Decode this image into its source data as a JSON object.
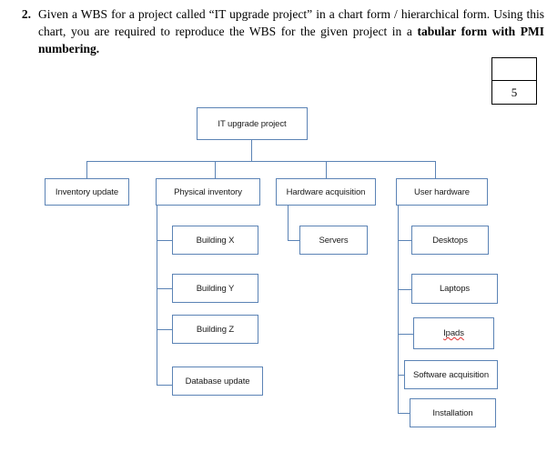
{
  "question": {
    "number": "2.",
    "text_before_bold": "Given a WBS for a project called “IT upgrade project” in a chart form / hierarchical form. Using this chart, you are required to reproduce the WBS for the given project in a ",
    "text_bold": "tabular form with PMI numbering."
  },
  "marks_box": {
    "top_value": "",
    "bottom_value": "5"
  },
  "chart": {
    "type": "wbs-hierarchy",
    "border_color": "#5b83b5",
    "root": "IT upgrade project",
    "level2": [
      "Inventory update",
      "Physical inventory",
      "Hardware acquisition",
      "User hardware"
    ],
    "physical_inventory_children": [
      "Building X",
      "Building Y",
      "Building Z",
      "Database update"
    ],
    "hardware_acquisition_children": [
      "Servers"
    ],
    "user_hardware_children": [
      "Desktops",
      "Laptops",
      "Ipads",
      "Software acquisition",
      "Installation"
    ],
    "spellcheck_flagged": [
      "Ipads"
    ]
  }
}
